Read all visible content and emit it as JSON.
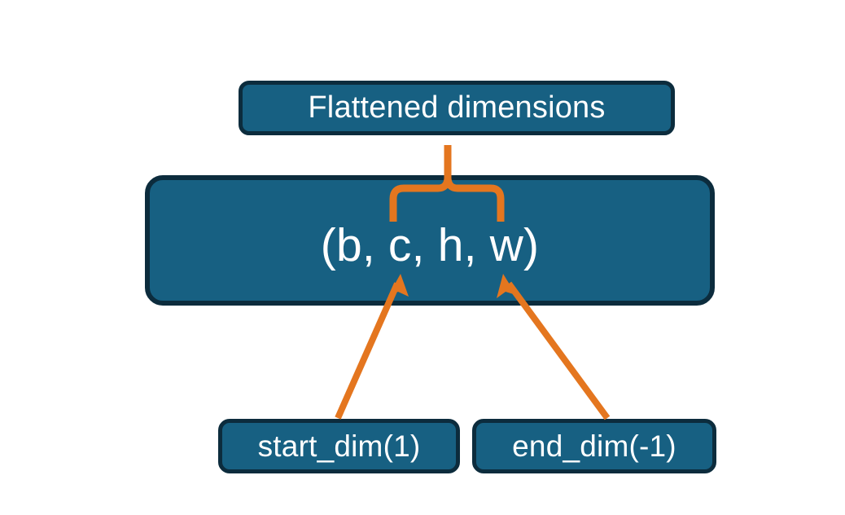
{
  "diagram": {
    "title_box": {
      "label": "Flattened dimensions"
    },
    "shape_box": {
      "label": "(b, c, h, w)"
    },
    "start_box": {
      "label": "start_dim(1)"
    },
    "end_box": {
      "label": "end_dim(-1)"
    },
    "colors": {
      "box_fill": "#176082",
      "box_border": "#0c2c3d",
      "box_text": "#ffffff",
      "accent": "#E4761F",
      "background": "#ffffff"
    },
    "connectors": {
      "brace_label": "brace-over-c-h-w",
      "arrow_start_label": "arrow-start-dim-to-c",
      "arrow_end_label": "arrow-end-dim-to-w"
    }
  }
}
